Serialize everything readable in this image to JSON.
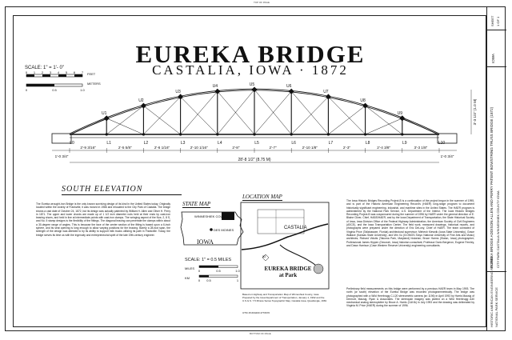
{
  "top_mark": "TOP OF PAGE",
  "bottom_mark": "BOTTOM OF PAGE",
  "title": "EUREKA BRIDGE",
  "subtitle": "CASTALIA, IOWA · 1872",
  "scale": {
    "label": "SCALE: 1\" = 1'- 0\"",
    "feet_label": "FEET",
    "feet_ticks": [
      "0",
      "1",
      "2",
      "3",
      "4",
      "5",
      "6",
      "7"
    ],
    "meters_label": "METERS",
    "meters_ticks": [
      "0",
      "0.5",
      "1.0"
    ]
  },
  "nodes": {
    "upper": [
      "U1",
      "U2",
      "U3",
      "U4",
      "U5",
      "U6",
      "U7",
      "U8",
      "U9"
    ],
    "lower": [
      "L0",
      "L1",
      "L2",
      "L3",
      "L4",
      "L5",
      "L6",
      "L7",
      "L8",
      "L9",
      "L10"
    ]
  },
  "dimensions": {
    "panels": [
      "2'-9 3/16\"",
      "2'-5 5/8\"",
      "2'-6 1/16\"",
      "2'-10 1/16\"",
      "2'-8\"",
      "2'-7\"",
      "2'-10 1/8\"",
      "2'-3\"",
      "2'-4 3/8\"",
      "3'-3 1/8\""
    ],
    "left_end": "1'-0 3/4\"",
    "right_end": "1'-0 3/4\"",
    "total": "28'-8 1/2\" (8.75 M)",
    "height": "3'-3 1/4\" (1.0 M)"
  },
  "elevation_title": "SOUTH ELEVATION",
  "left_paragraph": "The Eureka wrought-iron Bridge is the only known surviving design of its kind in the United States today. Originally located within the vicinity of Frankville, it was moved in 1986 and relocated to the City Park of Castalia. The bridge shows a cast date of October 24, 1872, but its design was actually patented by William H. Allen and Oliver H. Perry in 1871. The upper and lower chords are made up of 1 1/2 inch diameter rods held at their ends by cast-iron bearing shoes, and held in line at intermediate points with cast-iron clamps. The wringing aspect of the Nos. 2, 8 S, and No. 5 stamp designs is the flexibility of the fittings. The diagonal bracing can penetrate the clamps within about a 30-degree range of angles. This is because the face of the center section of the fitting is based upon a 6-inch sphere, and its seat opening is long enough to allow varying positions for the bracing. Barely a 28-foot span, the strength of the design was attested to by its ability to support milk trucks utilizing its path in Frankville. Today, the bridge serves its time us with the ingenuity and entrepreneurial spirit of the late 19th-century engineer.",
  "state_map": {
    "title": "STATE MAP",
    "state": "IOWA",
    "county": "WINNESHIEK COUNTY",
    "city_label": "DES MOINES",
    "scale_label": "SCALE: 1\" = 0.5 MILES",
    "miles_label": "MILES",
    "miles_ticks": [
      "0",
      "0.5",
      "1.0"
    ],
    "km_label": "KM",
    "km_ticks": [
      "0",
      "0.5",
      "1"
    ]
  },
  "location_map": {
    "title": "LOCATION MAP",
    "town": "CASTALIA",
    "highway": "52",
    "bridge_label_1": "EUREKA BRIDGE",
    "bridge_label_2": "at Park"
  },
  "map_source": "Based on Highway and Transportation Map of Winneshiek County, Iowa. Prepared by the Iowa Department of Transportation, January 1, 1992 and the U.S.G.S. 7.5 Minute Series Topographic Map, Castalia Iowa, Quadrangle, 1981",
  "utm": "UTM 15.604200 4770670",
  "right_paragraph_1": "The Iowa Historic Bridges Recording Project-B is a continuation of the project begun in the summer of 1995, and is part of the Historic American Engineering Record's (HAER) long-range program to document historically significant engineering, industrial, and maritime sites in the United States. The HAER program is administered by the National Park Service, U.S. Department of the Interior. The Iowa Historic Bridges Recording Project-B was cosponsored during the summer of 1996 by HAER under the general direction of E. Blaine Cliver, Chief, HABS/HAER, and by the Iowa Department of Transportation, the State Historical Society of Iowa, Iowa Division Office of the Federal Highway Administration, the American Society of Civil Engineers (ASCE), and the Iowa Transportation Center. The field work, measured drawings, historical reports, and photographs were prepared under the direction of Eric DeLony, Chief of HAER. The team consisted of Virginia Price (Tallahassee, Florida) architectural supervisor; Mehesh Kiewnik (Iowa State University), Grace Wallace (Kansas State University), and Min Xu (ICOMOS-Tokyo National University of Fine Arts and Music) architects; Richard Vidutis (Takoma Park, Maryland) historian; Bruce Harms (Slaton, Iowa) photographer; Professional James Hippen (Decorah, Iowa) historian consultant; Professor Dario Bergeron, Eugene Fernley, and Dawn Harrison (Case Western Reserve University) engineering consultants.",
  "right_paragraph_2": "Preliminary field measurements on this bridge were performed by a previous HAER team in May 1993. The north (or south) elevation of the Eureka Bridge was recorded photogrammetrically. The bridge was photographed with a Wild Heerbrugg C-120 stereometric camera (sn 1196) in April 1993 by Harris Mausig of Dermott, Mausig, Ryan & Associates. The stereopair imagery was plotted on a Wild Heerbrugg A40 mechanical analog stereoplotter by Bruce A. Harris (CAHA) in July 1993 and the drawing was delineated by Virginia M. Price (HAER) during the summer of 1996.",
  "title_block": {
    "c1": "HISTORIC AMERICAN ENGINEERING RECORD",
    "c2": "NATIONAL PARK SERVICE",
    "c3": "EUREKA BRIDGE   ADDISON   ALLEN AND PERRY PATENT BOWSTRING TRUSS BRIDGE (1872)",
    "c4": "CITY PARK   CASTALIA   WINNESHIEK COUNTY   IOWA",
    "c5": "IOWA",
    "c6": "SHEET",
    "c7": "1 OF 1"
  }
}
